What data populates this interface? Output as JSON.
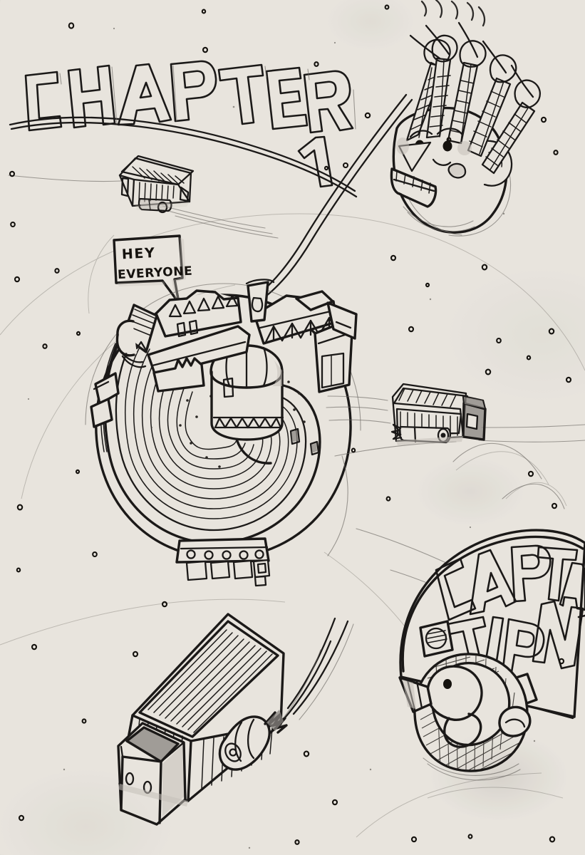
{
  "artwork": {
    "title": "CHAPTER 1",
    "medium": "pencil-and-ink sketch on paper",
    "paper_color": "#f3f1ed",
    "ink_color": "#1c1a19",
    "pencil_color": "#6e6b68"
  },
  "heading": {
    "text": "CHAPTER 1",
    "letters": [
      "C",
      "H",
      "A",
      "P",
      "T",
      "E",
      "R",
      "1"
    ],
    "style": "outlined hand-drawn block capitals on a rising arc",
    "underline": "double curved stroke sweeping down to the right"
  },
  "speech_bubble": {
    "name": "hey-everyone-bubble",
    "line1": "HEY",
    "line2": "EVERYONE",
    "shape": "rectangular callout with tail pointing down-right"
  },
  "banner": {
    "name": "captain-tip-banner",
    "line1": "CAPTAIN",
    "line2": "TIP",
    "shape": "fan / flag wedge on a pole",
    "decor": [
      "striped-square-icon",
      "dot-square-icon"
    ]
  },
  "characters": [
    {
      "name": "spire-head-character",
      "description": "smiling head with five checkered antenna spires and a grinning toothy mouth",
      "spire_count": 5,
      "features": [
        "eye",
        "eyebrow",
        "nose",
        "cheek-blush",
        "teeth-grin",
        "ear"
      ]
    },
    {
      "name": "bird-character",
      "description": "bird with cross-hatched body inside a round badge at the foot of the banner",
      "features": [
        "beak",
        "eye",
        "wing",
        "tail"
      ]
    }
  ],
  "planet": {
    "name": "tiny-planet",
    "description": "small round world with a town on top, domed building, swirling river and a mechanical landing ring at the bottom",
    "features": [
      "ridged-tower",
      "triangle-roof-houses",
      "hangar-buildings",
      "central-dome",
      "swirling-river",
      "rivet-ring-base",
      "landing-pads",
      "silo-chimney"
    ],
    "rivets": 5,
    "landing_pads": 4
  },
  "vehicles": [
    {
      "name": "cargo-truck-top-left",
      "description": "boxy ribbed container truck with a rocket pod, trailing speed lines"
    },
    {
      "name": "cargo-truck-right",
      "description": "ribbed container truck with dark cab and rocket pod, trailing speed lines"
    },
    {
      "name": "cargo-truck-bottom-large",
      "description": "large ribbed container truck with dark cab and a rocket engine firing exhaust"
    }
  ],
  "background": {
    "stars_description": "scattered small hand-inked circles used as stars",
    "star_count": 44,
    "faint_arcs": "light pencil guide arcs sweeping across the page"
  }
}
